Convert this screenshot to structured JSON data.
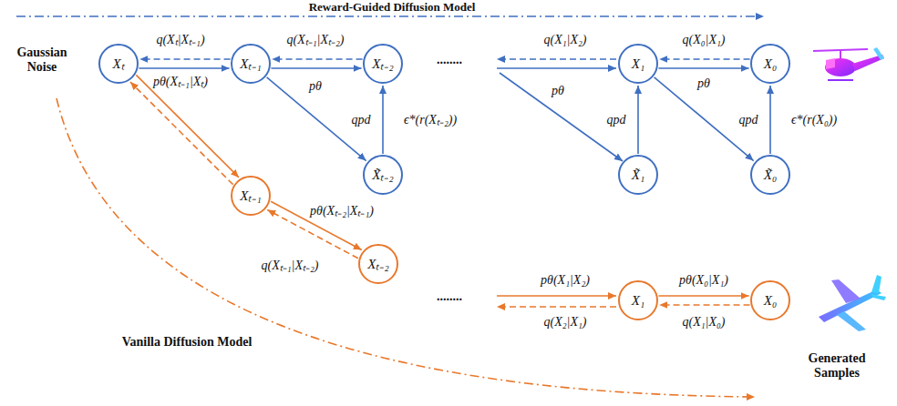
{
  "diagram": {
    "title": "Reward-Guided Diffusion Model",
    "nodes": [
      {
        "text": [
          "Xₜ"
        ]
      },
      {
        "text": [
          "Xₜ₋₁"
        ]
      },
      {
        "text": [
          "Xₜ₋₂"
        ]
      },
      {
        "text": [
          "X̃ₜ₋₂"
        ]
      },
      {
        "text": [
          "X₁"
        ]
      },
      {
        "text": [
          "X̃₁"
        ]
      },
      {
        "text": [
          "X₀"
        ]
      },
      {
        "text": [
          "X̃₀"
        ]
      },
      {
        "text": [
          "Xₜ₋₁"
        ]
      },
      {
        "text": [
          "Xₜ₋₂"
        ]
      },
      {
        "text": [
          "X₁"
        ]
      },
      {
        "text": [
          "X₀"
        ]
      }
    ],
    "edges": [
      {
        "from": 0,
        "to": 1,
        "arrow": "to",
        "label": "pθ(Xₜ₋₁|Xₜ)"
      },
      {
        "from": 1,
        "to": 0,
        "arrow": "to",
        "label": "q(Xₜ|Xₜ₋₁)"
      },
      {
        "from": 1,
        "to": 2,
        "arrow": "to",
        "label": "pθ"
      },
      {
        "from": 2,
        "to": 1,
        "arrow": "to",
        "label": "q(Xₜ₋₁|Xₜ₋₂)"
      },
      {
        "from": 1,
        "to": 3,
        "arrow": "to"
      },
      {
        "from": 3,
        "to": 2,
        "arrow": "to",
        "label": "qpd"
      },
      {
        "from": 4,
        "to": 6,
        "arrow": "to",
        "label": "pθ"
      },
      {
        "from": 6,
        "to": 4,
        "arrow": "to",
        "label": "q(X₀|X₁)"
      },
      {
        "from": 4,
        "to": 7,
        "arrow": "to"
      },
      {
        "from": 5,
        "to": 4,
        "arrow": "to",
        "label": "qpd"
      },
      {
        "from": 7,
        "to": 6,
        "arrow": "to",
        "label": "qpd"
      },
      {
        "from": 0,
        "to": 8,
        "arrow": "to"
      },
      {
        "from": 8,
        "to": 0,
        "arrow": "to"
      },
      {
        "from": 8,
        "to": 9,
        "arrow": "to",
        "label": "pθ(Xₜ₋₂|Xₜ₋₁)"
      },
      {
        "from": 9,
        "to": 8,
        "arrow": "to",
        "label": "q(Xₜ₋₁|Xₜ₋₂)"
      },
      {
        "from": 10,
        "to": 11,
        "arrow": "to",
        "label": "pθ(X₀|X₁)"
      },
      {
        "from": 11,
        "to": 10,
        "arrow": "to",
        "label": "q(X₁|X₀)"
      }
    ],
    "labels": [
      "Gaussian Noise",
      "Vanilla Diffusion Model",
      "Generated Samples",
      "ϵ*(r(Xₜ₋₂))",
      "ϵ*(r(X₀))",
      "........",
      "........",
      "q(X₁|X₂)",
      "pθ",
      "pθ(X₁|X₂)",
      "q(X₂|X₁)"
    ]
  }
}
